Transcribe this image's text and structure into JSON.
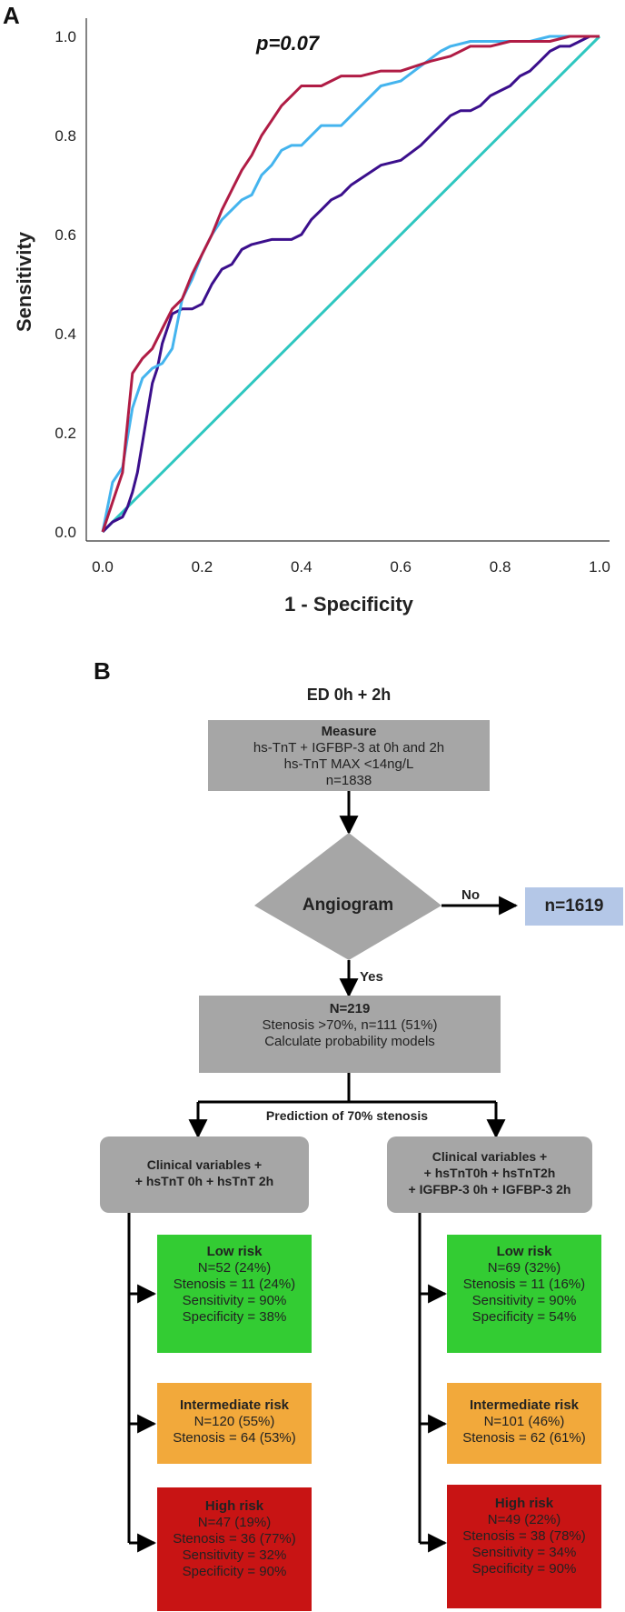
{
  "panel_a": {
    "letter": "A",
    "pvalue": "p=0.07"
  },
  "panel_b": {
    "letter": "B"
  },
  "chart_data": {
    "type": "line",
    "title": "",
    "xlabel": "1 - Specificity",
    "ylabel": "Sensitivity",
    "xlim": [
      0,
      1
    ],
    "ylim": [
      0,
      1
    ],
    "xticks": [
      "0.0",
      "0.2",
      "0.4",
      "0.6",
      "0.8",
      "1.0"
    ],
    "yticks": [
      "0.0",
      "0.2",
      "0.4",
      "0.6",
      "0.8",
      "1.0"
    ],
    "grid": false,
    "annotation": "p=0.07",
    "series": [
      {
        "color": "#3b0f8c",
        "x": [
          0,
          0.02,
          0.04,
          0.05,
          0.06,
          0.07,
          0.08,
          0.09,
          0.1,
          0.11,
          0.12,
          0.14,
          0.16,
          0.18,
          0.2,
          0.22,
          0.24,
          0.26,
          0.28,
          0.3,
          0.34,
          0.38,
          0.4,
          0.42,
          0.44,
          0.46,
          0.48,
          0.5,
          0.53,
          0.56,
          0.6,
          0.64,
          0.66,
          0.68,
          0.7,
          0.72,
          0.74,
          0.76,
          0.78,
          0.8,
          0.82,
          0.84,
          0.86,
          0.88,
          0.9,
          0.92,
          0.94,
          0.96,
          0.98,
          1.0
        ],
        "y": [
          0,
          0.02,
          0.03,
          0.05,
          0.08,
          0.12,
          0.18,
          0.24,
          0.3,
          0.33,
          0.38,
          0.44,
          0.45,
          0.45,
          0.46,
          0.5,
          0.53,
          0.54,
          0.57,
          0.58,
          0.59,
          0.59,
          0.6,
          0.63,
          0.65,
          0.67,
          0.68,
          0.7,
          0.72,
          0.74,
          0.75,
          0.78,
          0.8,
          0.82,
          0.84,
          0.85,
          0.85,
          0.86,
          0.88,
          0.89,
          0.9,
          0.92,
          0.93,
          0.95,
          0.97,
          0.98,
          0.98,
          0.99,
          1.0,
          1.0
        ]
      },
      {
        "color": "#44b4ee",
        "x": [
          0,
          0.02,
          0.04,
          0.06,
          0.08,
          0.1,
          0.12,
          0.14,
          0.16,
          0.18,
          0.2,
          0.22,
          0.24,
          0.26,
          0.28,
          0.3,
          0.32,
          0.34,
          0.36,
          0.38,
          0.4,
          0.44,
          0.48,
          0.52,
          0.56,
          0.6,
          0.64,
          0.68,
          0.7,
          0.74,
          0.78,
          0.82,
          0.86,
          0.9,
          0.94,
          0.98,
          1.0
        ],
        "y": [
          0,
          0.1,
          0.13,
          0.25,
          0.31,
          0.33,
          0.34,
          0.37,
          0.47,
          0.51,
          0.56,
          0.6,
          0.63,
          0.65,
          0.67,
          0.68,
          0.72,
          0.74,
          0.77,
          0.78,
          0.78,
          0.82,
          0.82,
          0.86,
          0.9,
          0.91,
          0.94,
          0.97,
          0.98,
          0.99,
          0.99,
          0.99,
          0.99,
          1.0,
          1.0,
          1.0,
          1.0
        ]
      },
      {
        "color": "#b01c45",
        "x": [
          0,
          0.02,
          0.04,
          0.06,
          0.08,
          0.1,
          0.12,
          0.14,
          0.16,
          0.18,
          0.2,
          0.22,
          0.24,
          0.26,
          0.28,
          0.3,
          0.32,
          0.34,
          0.36,
          0.38,
          0.4,
          0.44,
          0.48,
          0.52,
          0.56,
          0.6,
          0.66,
          0.7,
          0.74,
          0.78,
          0.82,
          0.86,
          0.9,
          0.94,
          0.98,
          1.0
        ],
        "y": [
          0,
          0.06,
          0.12,
          0.32,
          0.35,
          0.37,
          0.41,
          0.45,
          0.47,
          0.52,
          0.56,
          0.6,
          0.65,
          0.69,
          0.73,
          0.76,
          0.8,
          0.83,
          0.86,
          0.88,
          0.9,
          0.9,
          0.92,
          0.92,
          0.93,
          0.93,
          0.95,
          0.96,
          0.98,
          0.98,
          0.99,
          0.99,
          0.99,
          1.0,
          1.0,
          1.0
        ]
      },
      {
        "color": "#2ec7c0",
        "x": [
          0,
          1
        ],
        "y": [
          0,
          1
        ]
      }
    ]
  },
  "flow": {
    "header": "ED 0h + 2h",
    "measure": {
      "title": "Measure",
      "lines": [
        "hs-TnT  + IGFBP-3 at 0h and 2h",
        "hs-TnT  MAX <14ng/L",
        "n=1838"
      ]
    },
    "angiogram": "Angiogram",
    "no_label": "No",
    "yes_label": "Yes",
    "no_count": "n=1619",
    "n219": {
      "title": "N=219",
      "lines": [
        "Stenosis >70%, n=111 (51%)",
        "Calculate probability models"
      ]
    },
    "prediction_label": "Prediction of 70% stenosis",
    "left_model": [
      "Clinical variables +",
      "+ hsTnT 0h + hsTnT 2h"
    ],
    "right_model": [
      "Clinical variables +",
      "+ hsTnT0h + hsTnT2h",
      "+ IGFBP-3 0h + IGFBP-3 2h"
    ],
    "left": {
      "low": {
        "title": "Low risk",
        "lines": [
          "N=52 (24%)",
          "Stenosis = 11 (24%)",
          "Sensitivity = 90%",
          "Specificity = 38%"
        ]
      },
      "intermediate": {
        "title": "Intermediate risk",
        "lines": [
          "N=120 (55%)",
          "Stenosis = 64 (53%)"
        ]
      },
      "high": {
        "title": "High risk",
        "lines": [
          "N=47 (19%)",
          "Stenosis = 36 (77%)",
          "Sensitivity = 32%",
          "Specificity = 90%"
        ]
      }
    },
    "right": {
      "low": {
        "title": "Low risk",
        "lines": [
          "N=69 (32%)",
          "Stenosis = 11 (16%)",
          "Sensitivity = 90%",
          "Specificity = 54%"
        ]
      },
      "intermediate": {
        "title": "Intermediate risk",
        "lines": [
          "N=101 (46%)",
          "Stenosis = 62 (61%)"
        ]
      },
      "high": {
        "title": "High risk",
        "lines": [
          "N=49 (22%)",
          "Stenosis = 38 (78%)",
          "Sensitivity = 34%",
          "Specificity = 90%"
        ]
      }
    }
  }
}
